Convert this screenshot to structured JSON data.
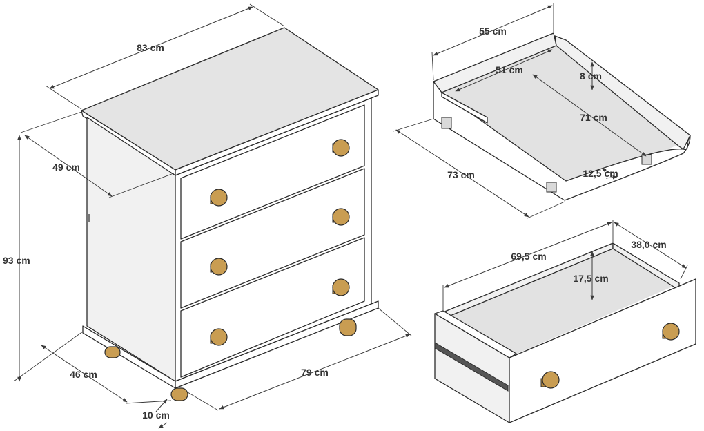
{
  "colors": {
    "line": "#2b2b2b",
    "panel_front": "#ffffff",
    "panel_side": "#f1f1f1",
    "panel_top": "#e4e4e4",
    "knob": "#c99d52",
    "dimension_text": "#333333"
  },
  "dresser": {
    "width_top": "83 cm",
    "depth_top": "49 cm",
    "height": "93 cm",
    "depth_base": "46 cm",
    "width_base": "79 cm",
    "leg_height": "10 cm"
  },
  "changing_top": {
    "width": "55 cm",
    "inner_width": "51 cm",
    "side_height": "8 cm",
    "inner_length": "71 cm",
    "length": "73 cm",
    "front_height": "12,5 cm"
  },
  "drawer": {
    "length": "69,5 cm",
    "depth": "38,0 cm",
    "height": "17,5 cm"
  }
}
